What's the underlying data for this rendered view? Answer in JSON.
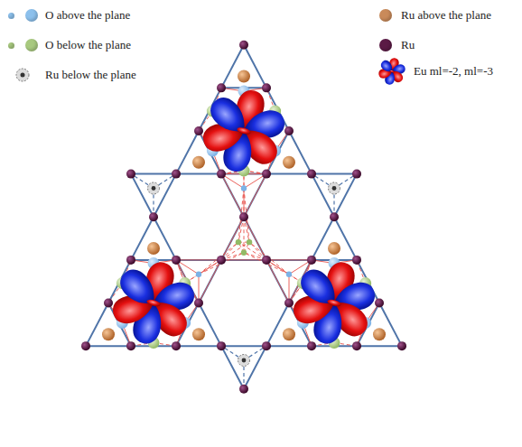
{
  "diagram": {
    "legend": [
      {
        "text": "O  above the plane",
        "color": "#8cc0ec"
      },
      {
        "text": "Ru  above the plane",
        "color": "#c98a5a"
      },
      {
        "text": "O  below the plane",
        "color": "#a8c97f"
      },
      {
        "text": "Ru",
        "color": "#5b1a45"
      },
      {
        "text": "Ru  below the plane"
      },
      {
        "text": "Eu  ml=-2, ml=-3"
      }
    ]
  }
}
